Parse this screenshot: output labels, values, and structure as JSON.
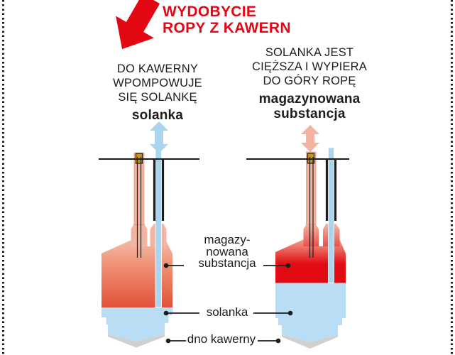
{
  "header": {
    "title_lines": [
      "WYDOBYCIE",
      "ROPY Z KAWERN"
    ],
    "title_color": "#e30613",
    "arrow_icon": "big-red-arrow-down-left"
  },
  "stage_left": {
    "caption_lines": [
      "DO KAWERNY",
      "WPOMPOWUJE",
      "SIĘ SOLANKĘ"
    ],
    "flow_label": "solanka",
    "flow_arrow": "double-vertical-arrow-blue"
  },
  "stage_right": {
    "caption_lines": [
      "SOLANKA JEST",
      "CIĘŻSZA I WYPIERA",
      "DO GÓRY ROPĘ"
    ],
    "flow_label_lines": [
      "magazynowana",
      "substancja"
    ],
    "flow_arrow": "double-vertical-arrow-salmon"
  },
  "callouts": {
    "substance_lines": [
      "magazy-",
      "nowana",
      "substancja"
    ],
    "brine": "solanka",
    "cavern_floor": "dno kawerny"
  },
  "colors": {
    "red": "#e30613",
    "cavern_red": "#e30b13",
    "salmon": "#f2b3a0",
    "light_blue": "#a9d5ef",
    "brine_blue": "#b9ddf4",
    "floor_gray": "#d2d0cc",
    "gold": "#c7990f",
    "ink": "#1d1d1b"
  }
}
